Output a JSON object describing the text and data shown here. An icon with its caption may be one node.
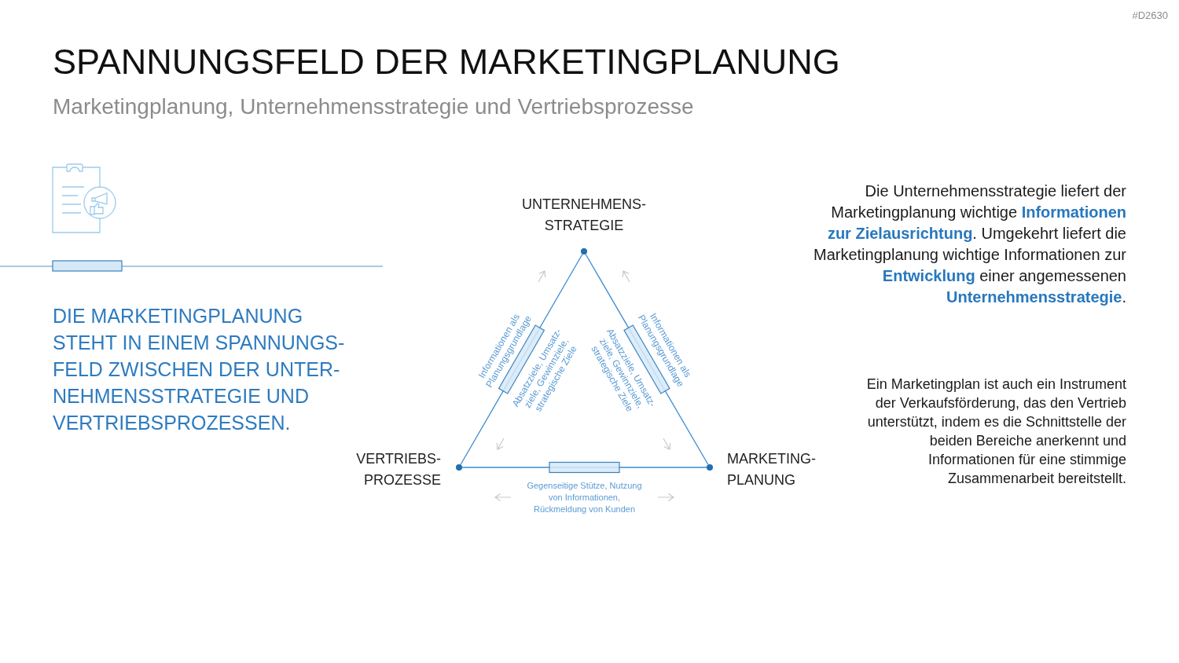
{
  "diagram": {
    "title": "SPANNUNGSFELD DER MARKETINGPLANUNG",
    "nodes": [
      {
        "text": [],
        "shape": "circle",
        "beside": [
          "UNTERNEHMENS- STRATEGIE"
        ]
      },
      {
        "text": [],
        "shape": "circle",
        "beside": [
          "VERTRIEBS- PROZESSE"
        ]
      },
      {
        "text": [],
        "shape": "circle",
        "beside": [
          "MARKETING- PLANUNG"
        ]
      }
    ],
    "edges": [
      {
        "from": 0,
        "to": 1,
        "arrow": "none",
        "label": "Informationen als Planungsgrundlage"
      },
      {
        "from": 0,
        "to": 2,
        "arrow": "none",
        "label": "Informationen als Planungsgrundlage"
      },
      {
        "from": 1,
        "to": 2,
        "arrow": "none",
        "label": "Gegenseitige Stütze, Nutzung von Informationen, Rückmeldung von Kunden"
      }
    ],
    "labels": [
      "#D2630",
      "Marketingplanung, Unternehmensstrategie und Vertriebsprozesse",
      "DIE MARKETINGPLANUNG STEHT IN EINEM SPANNUNGS- FELD ZWISCHEN DER UNTER- NEHMENSSTRATEGIE UND VERTRIEBSPROZESSEN.",
      "Absatzziele, Umsatz- ziele, Gewinnziele, strategische Ziele",
      "Absatzziele, Umsatz- ziele, Gewinnziele, strategische Ziele",
      "Die Unternehmensstrategie liefert der Marketingplanung wichtige **Informationen zur Zielausrichtung**. Umgekehrt liefert die Marketingplanung wichtige Informationen zur **Entwicklung** einer angemessenen **Unternehmensstrategie**.",
      "Ein Marketingplan ist auch ein Instrument der Verkaufsförderung, das den Vertrieb unterstützt, indem es die Schnittstelle der beiden Bereiche anerkennt und Informationen für eine stimmige Zusammenarbeit bereitstellt."
    ]
  }
}
